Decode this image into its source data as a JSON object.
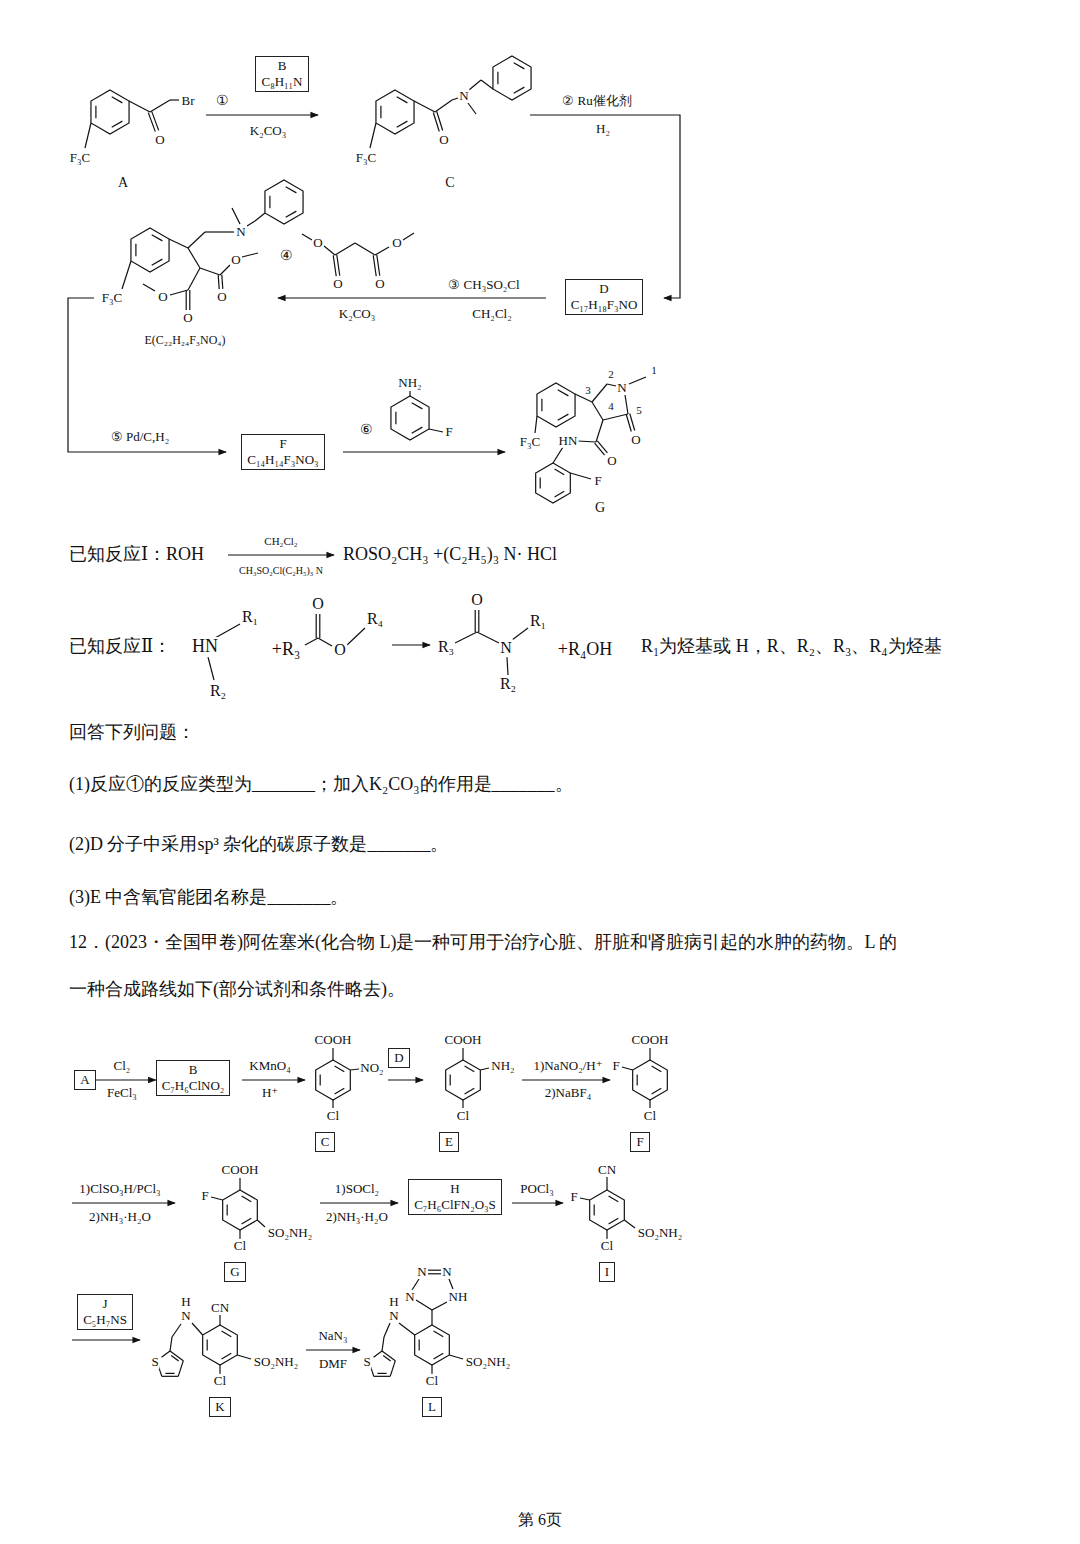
{
  "diagram": {
    "nodes": [
      {
        "text": [
          "B",
          "C₈H₁₁N"
        ]
      },
      {
        "text": [
          "D",
          "C₁₇H₁₈F₃NO"
        ]
      },
      {
        "text": [
          "F",
          "C₁₄H₁₄F₃NO₃"
        ]
      },
      {
        "text": [
          "A"
        ]
      },
      {
        "text": [
          "B",
          "C₇H₆ClNO₂"
        ]
      },
      {
        "text": [
          "C"
        ]
      },
      {
        "text": [
          "D"
        ]
      },
      {
        "text": [
          "E"
        ]
      },
      {
        "text": [
          "F"
        ]
      },
      {
        "text": [
          "G"
        ]
      },
      {
        "text": [
          "H",
          "C₇H₆ClFN₂O₃S"
        ]
      },
      {
        "text": [
          "I"
        ]
      },
      {
        "text": [
          "J",
          "C₅H₇NS"
        ]
      },
      {
        "text": [
          "K"
        ]
      },
      {
        "text": [
          "L"
        ]
      }
    ],
    "edges": [
      {
        "from": 3,
        "to": 4,
        "arrow": "to"
      }
    ],
    "labels": [
      "F₃C",
      "O",
      "Br",
      "A",
      "①",
      "K₂CO₃",
      "F₃C",
      "O",
      "N",
      "C",
      "② Ru催化剂",
      "H₂",
      "④",
      "O",
      "O",
      "O",
      "O",
      "③ CH₃SO₂Cl",
      "K₂CO₃",
      "CH₂Cl₂",
      "F₃C",
      "N",
      "O",
      "O",
      "O",
      "O",
      "E(C₂₂H₂₄F₃NO₄)",
      "⑤ Pd/C,H₂",
      "NH₂",
      "F",
      "⑥",
      "F₃C",
      "N",
      "O",
      "HN",
      "O",
      "F",
      "G",
      "1",
      "2",
      "3",
      "4",
      "5",
      "已知反应Ⅰ：ROH",
      "CH₂Cl₂",
      "CH₃SO₂Cl(C₂H₅)₃ N",
      "ROSO₂CH₃ +(C₂H₅)₃ N· HCl",
      "已知反应Ⅱ：",
      "HN",
      "R₁",
      "R₂",
      "+R₃",
      "O",
      "O",
      "R₄",
      "R₃",
      "O",
      "N",
      "R₁",
      "R₂",
      "+R₄OH",
      "R₁为烃基或 H，R、R₂、R₃、R₄为烃基",
      "回答下列问题：",
      "(1)反应①的反应类型为_______；加入K₂CO₃的作用是_______。",
      "(2)D 分子中采用sp³ 杂化的碳原子数是_______。",
      "(3)E 中含氧官能团名称是_______。",
      "12．(2023・全国甲卷)阿佐塞米(化合物 L)是一种可用于治疗心脏、肝脏和肾脏病引起的水肿的药物。L 的",
      "一种合成路线如下(部分试剂和条件略去)。",
      "Cl₂",
      "FeCl₃",
      "KMnO₄",
      "H⁺",
      "COOH",
      "NO₂",
      "Cl",
      "COOH",
      "NH₂",
      "Cl",
      "1)NaNO₂/H⁺",
      "2)NaBF₄",
      "COOH",
      "F",
      "Cl",
      "1)ClSO₃H/PCl₃",
      "2)NH₃·H₂O",
      "COOH",
      "F",
      "SO₂NH₂",
      "Cl",
      "1)SOCl₂",
      "2)NH₃·H₂O",
      "POCl₃",
      "CN",
      "F",
      "SO₂NH₂",
      "Cl",
      "H",
      "N",
      "CN",
      "S",
      "SO₂NH₂",
      "Cl",
      "NaN₃",
      "DMF",
      "N",
      "N",
      "N",
      "NH",
      "H",
      "N",
      "S",
      "SO₂NH₂",
      "Cl",
      "第 6页"
    ]
  }
}
